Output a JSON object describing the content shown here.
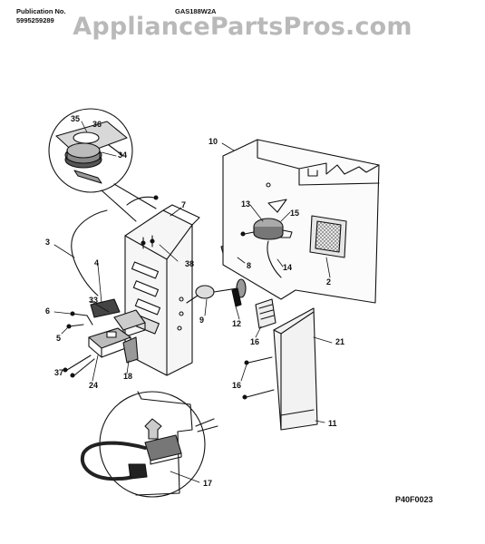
{
  "header": {
    "publication_label": "Publication No.",
    "publication_number": "5995259289",
    "model": "GAS188W2A",
    "watermark": "AppliancePartsPros.com"
  },
  "callouts": [
    "35",
    "34",
    "36",
    "10",
    "7",
    "13",
    "15",
    "3",
    "38",
    "4",
    "8",
    "14",
    "2",
    "33",
    "6",
    "9",
    "5",
    "12",
    "16",
    "21",
    "37",
    "24",
    "18",
    "16",
    "11",
    "17"
  ],
  "figure_code": "P40F0023"
}
